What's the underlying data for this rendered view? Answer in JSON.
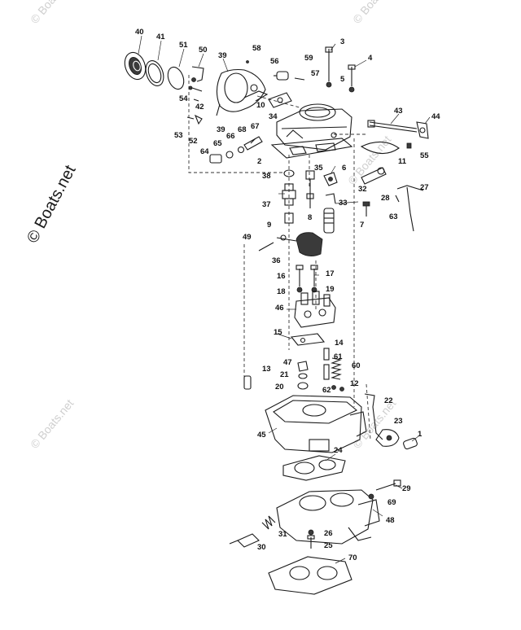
{
  "watermark": {
    "main": "© Boats.net",
    "faint": "© Boats.net"
  },
  "callouts": [
    {
      "id": "c1",
      "text": "1"
    },
    {
      "id": "c2",
      "text": "2"
    },
    {
      "id": "c3",
      "text": "3"
    },
    {
      "id": "c4",
      "text": "4"
    },
    {
      "id": "c5",
      "text": "5"
    },
    {
      "id": "c6",
      "text": "6"
    },
    {
      "id": "c7",
      "text": "7"
    },
    {
      "id": "c8",
      "text": "8"
    },
    {
      "id": "c9",
      "text": "9"
    },
    {
      "id": "c10",
      "text": "10"
    },
    {
      "id": "c11",
      "text": "11"
    },
    {
      "id": "c12",
      "text": "12"
    },
    {
      "id": "c13",
      "text": "13"
    },
    {
      "id": "c14",
      "text": "14"
    },
    {
      "id": "c15",
      "text": "15"
    },
    {
      "id": "c16",
      "text": "16"
    },
    {
      "id": "c17",
      "text": "17"
    },
    {
      "id": "c18",
      "text": "18"
    },
    {
      "id": "c19",
      "text": "19"
    },
    {
      "id": "c20",
      "text": "20"
    },
    {
      "id": "c21",
      "text": "21"
    },
    {
      "id": "c22",
      "text": "22"
    },
    {
      "id": "c23",
      "text": "23"
    },
    {
      "id": "c24",
      "text": "24"
    },
    {
      "id": "c25",
      "text": "25"
    },
    {
      "id": "c26",
      "text": "26"
    },
    {
      "id": "c27",
      "text": "27"
    },
    {
      "id": "c28",
      "text": "28"
    },
    {
      "id": "c29",
      "text": "29"
    },
    {
      "id": "c30",
      "text": "30"
    },
    {
      "id": "c31",
      "text": "31"
    },
    {
      "id": "c32",
      "text": "32"
    },
    {
      "id": "c33",
      "text": "33"
    },
    {
      "id": "c34",
      "text": "34"
    },
    {
      "id": "c35",
      "text": "35"
    },
    {
      "id": "c36",
      "text": "36"
    },
    {
      "id": "c37",
      "text": "37"
    },
    {
      "id": "c38",
      "text": "38"
    },
    {
      "id": "c39a",
      "text": "39"
    },
    {
      "id": "c39b",
      "text": "39"
    },
    {
      "id": "c40",
      "text": "40"
    },
    {
      "id": "c41",
      "text": "41"
    },
    {
      "id": "c42",
      "text": "42"
    },
    {
      "id": "c43",
      "text": "43"
    },
    {
      "id": "c44",
      "text": "44"
    },
    {
      "id": "c45",
      "text": "45"
    },
    {
      "id": "c46",
      "text": "46"
    },
    {
      "id": "c47",
      "text": "47"
    },
    {
      "id": "c48",
      "text": "48"
    },
    {
      "id": "c49",
      "text": "49"
    },
    {
      "id": "c50",
      "text": "50"
    },
    {
      "id": "c51",
      "text": "51"
    },
    {
      "id": "c52",
      "text": "52"
    },
    {
      "id": "c53",
      "text": "53"
    },
    {
      "id": "c54",
      "text": "54"
    },
    {
      "id": "c55",
      "text": "55"
    },
    {
      "id": "c56",
      "text": "56"
    },
    {
      "id": "c57",
      "text": "57"
    },
    {
      "id": "c58",
      "text": "58"
    },
    {
      "id": "c59",
      "text": "59"
    },
    {
      "id": "c60",
      "text": "60"
    },
    {
      "id": "c61",
      "text": "61"
    },
    {
      "id": "c62",
      "text": "62"
    },
    {
      "id": "c63",
      "text": "63"
    },
    {
      "id": "c64",
      "text": "64"
    },
    {
      "id": "c65",
      "text": "65"
    },
    {
      "id": "c66",
      "text": "66"
    },
    {
      "id": "c67",
      "text": "67"
    },
    {
      "id": "c68",
      "text": "68"
    },
    {
      "id": "c69",
      "text": "69"
    },
    {
      "id": "c70",
      "text": "70"
    }
  ]
}
